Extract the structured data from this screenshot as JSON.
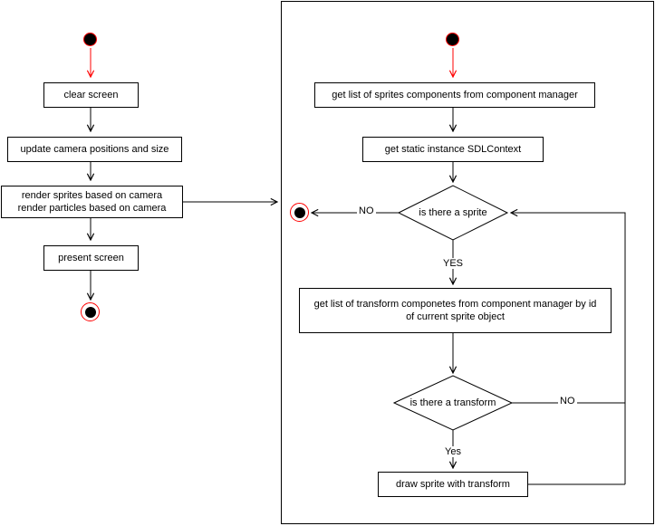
{
  "left_flow": {
    "clear_screen": "clear screen",
    "update_camera": "update camera positions and size",
    "render_sprites": "render sprites based on camera\nrender particles based on camera",
    "present_screen": "present screen"
  },
  "right_flow": {
    "get_sprite_components": "get list of sprites components from component manager",
    "get_sdl_context": "get static instance SDLContext",
    "is_there_a_sprite": "is there a sprite",
    "get_transform_components": "get list of transform componetes from component manager by id\nof current sprite object",
    "is_there_a_transform": "is there a transform",
    "draw_sprite": "draw sprite with transform",
    "labels": {
      "no_sprite": "NO",
      "yes_sprite": "YES",
      "no_transform": "NO",
      "yes_transform": "Yes"
    }
  },
  "colors": {
    "edge": "#000000",
    "start_edge": "#ff0000",
    "node_fill": "#ffffff",
    "node_border": "#000000",
    "terminal_ring": "#ff0000",
    "terminal_fill": "#000000"
  }
}
